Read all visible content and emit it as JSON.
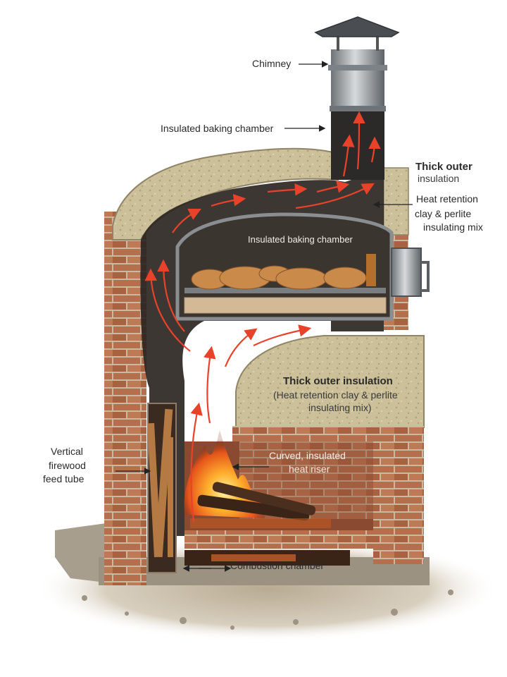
{
  "labels": {
    "chimney": "Chimney",
    "outer_chamber": "Insulated baking chamber",
    "thick_outer_top_line1": "Thick outer",
    "thick_outer_top_line2": "insulation",
    "heat_retention_top_line1": "Heat retention",
    "heat_retention_top_line2": "clay & perlite",
    "heat_retention_top_line3": "insulating mix",
    "inner_chamber": "Insulated baking chamber",
    "thick_outer_mid": "Thick outer insulation",
    "heat_retention_mid_line1": "(Heat retention clay & perlite",
    "heat_retention_mid_line2": "insulating mix)",
    "feed_tube_line1": "Vertical",
    "feed_tube_line2": "firewood",
    "feed_tube_line3": "feed tube",
    "riser_line1": "Curved, insulated",
    "riser_line2": "heat riser",
    "combustion": "Combustion chamber"
  },
  "colors": {
    "brick": "#b06a4a",
    "mortar": "#c9b9a0",
    "cob": "#c8bd95",
    "steel": "#9aa0a4",
    "smoke": "#2b2622",
    "flame": "#f08a1c",
    "arrow": "#e8432a",
    "bread": "#c98a4a"
  }
}
